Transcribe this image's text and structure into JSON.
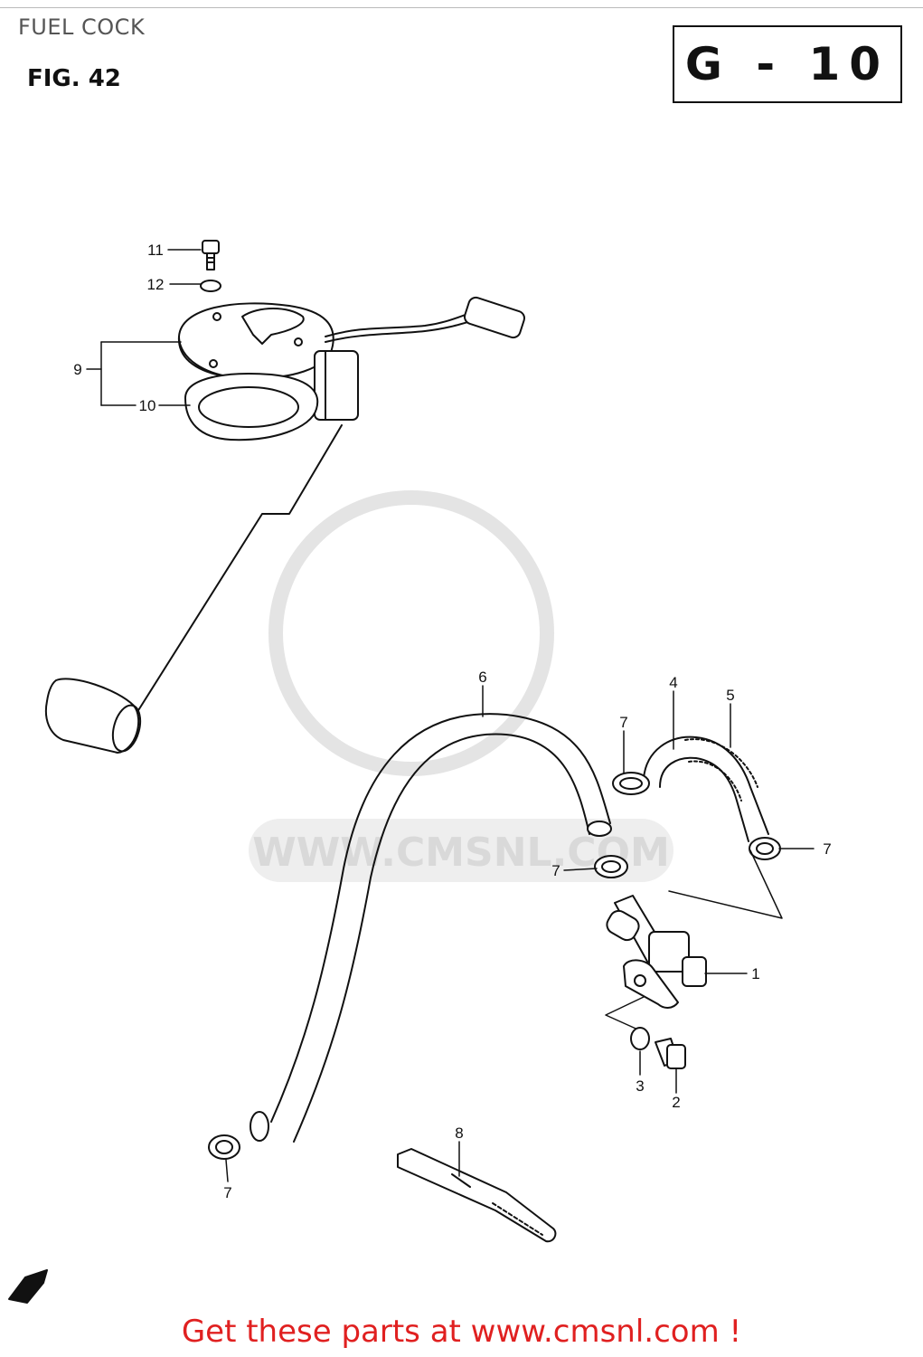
{
  "header": {
    "title": "FUEL COCK",
    "figure": "FIG. 42",
    "section_code": "G - 10"
  },
  "callouts": {
    "p1": "1",
    "p2": "2",
    "p3": "3",
    "p4": "4",
    "p5": "5",
    "p6": "6",
    "p7a": "7",
    "p7b": "7",
    "p7c": "7",
    "p7d": "7",
    "p8": "8",
    "p9": "9",
    "p10": "10",
    "p11": "11",
    "p12": "12"
  },
  "watermark": {
    "text": "WWW.CMSNL.COM"
  },
  "footer": {
    "cta": "Get these parts at www.cmsnl.com !"
  },
  "colors": {
    "line": "#111111",
    "watermark": "#d9d9d9",
    "cta": "#e02020"
  }
}
